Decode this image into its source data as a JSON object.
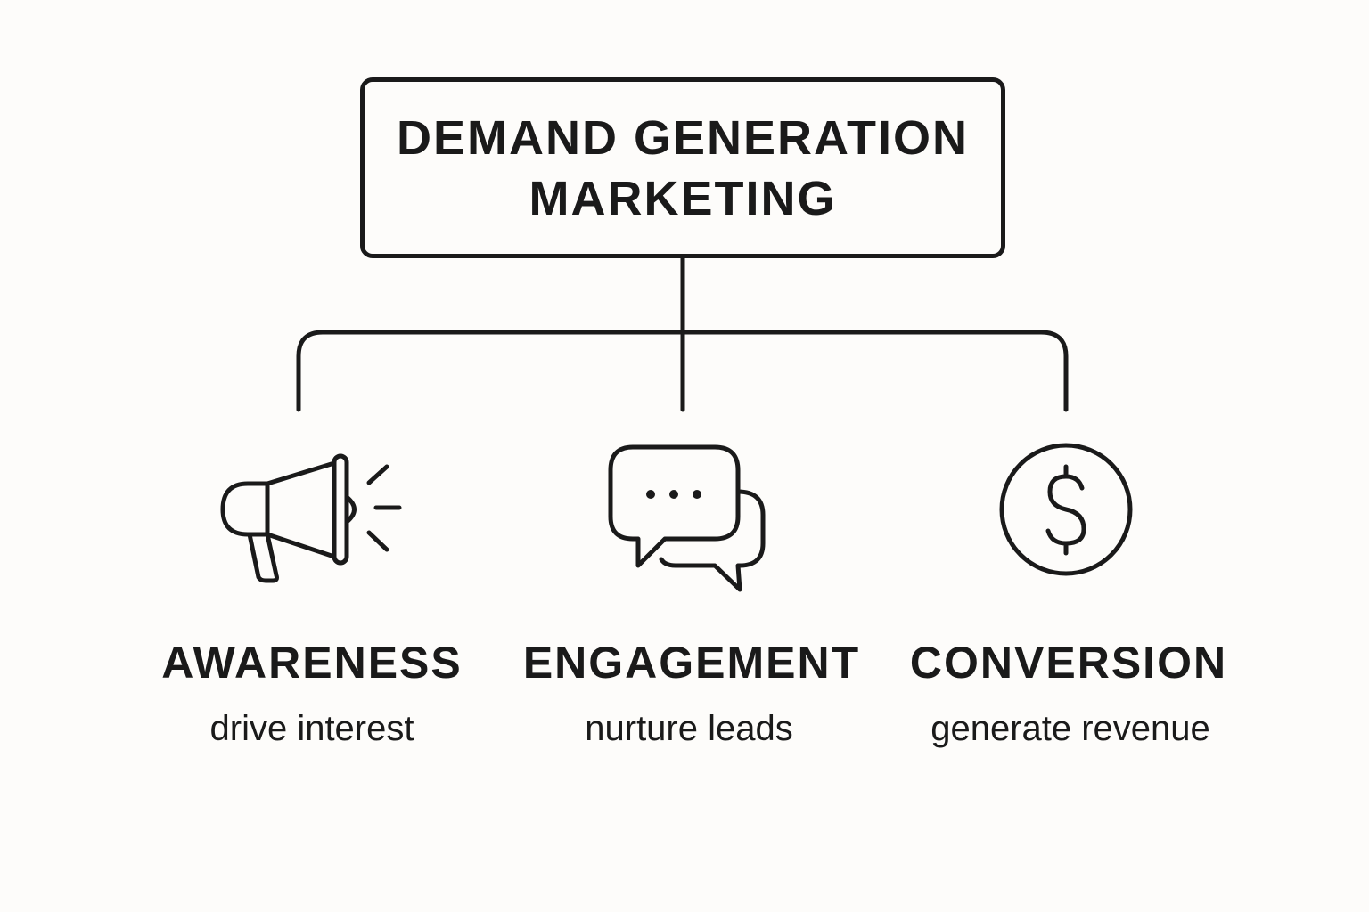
{
  "colors": {
    "background": "#fdfcfa",
    "ink": "#1a1a1a"
  },
  "root": {
    "line1": "DEMAND GENERATION",
    "line2": "MARKETING"
  },
  "branches": [
    {
      "icon": "megaphone-icon",
      "title": "AWARENESS",
      "subtitle": "drive interest"
    },
    {
      "icon": "chat-bubbles-icon",
      "title": "ENGAGEMENT",
      "subtitle": "nurture leads"
    },
    {
      "icon": "dollar-coin-icon",
      "title": "CONVERSION",
      "subtitle": "generate revenue"
    }
  ]
}
